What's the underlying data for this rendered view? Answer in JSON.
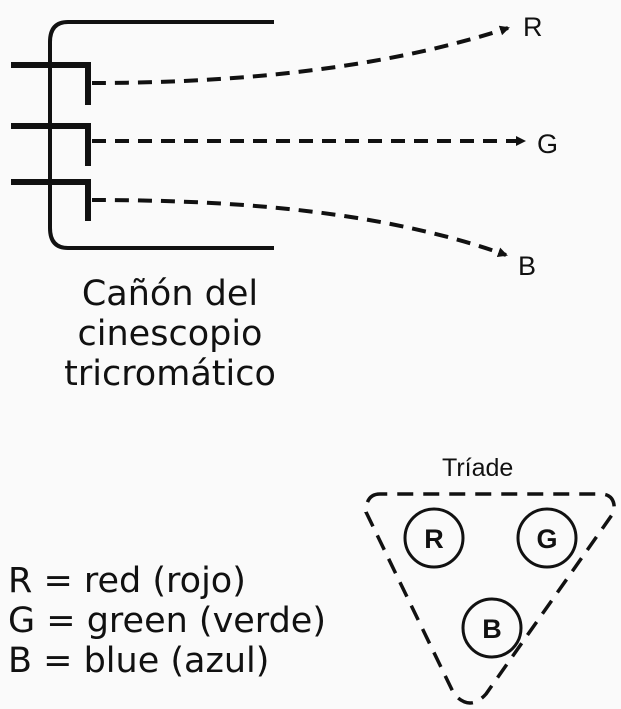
{
  "gun": {
    "caption_lines": [
      "Cañón del",
      "cinescopio",
      "tricromático"
    ],
    "beams": [
      {
        "label": "R"
      },
      {
        "label": "G"
      },
      {
        "label": "B"
      }
    ]
  },
  "triad": {
    "title": "Tríade",
    "dots": [
      "R",
      "G",
      "B"
    ]
  },
  "legend": {
    "items": [
      "R = red (rojo)",
      "G = green (verde)",
      "B = blue (azul)"
    ]
  }
}
